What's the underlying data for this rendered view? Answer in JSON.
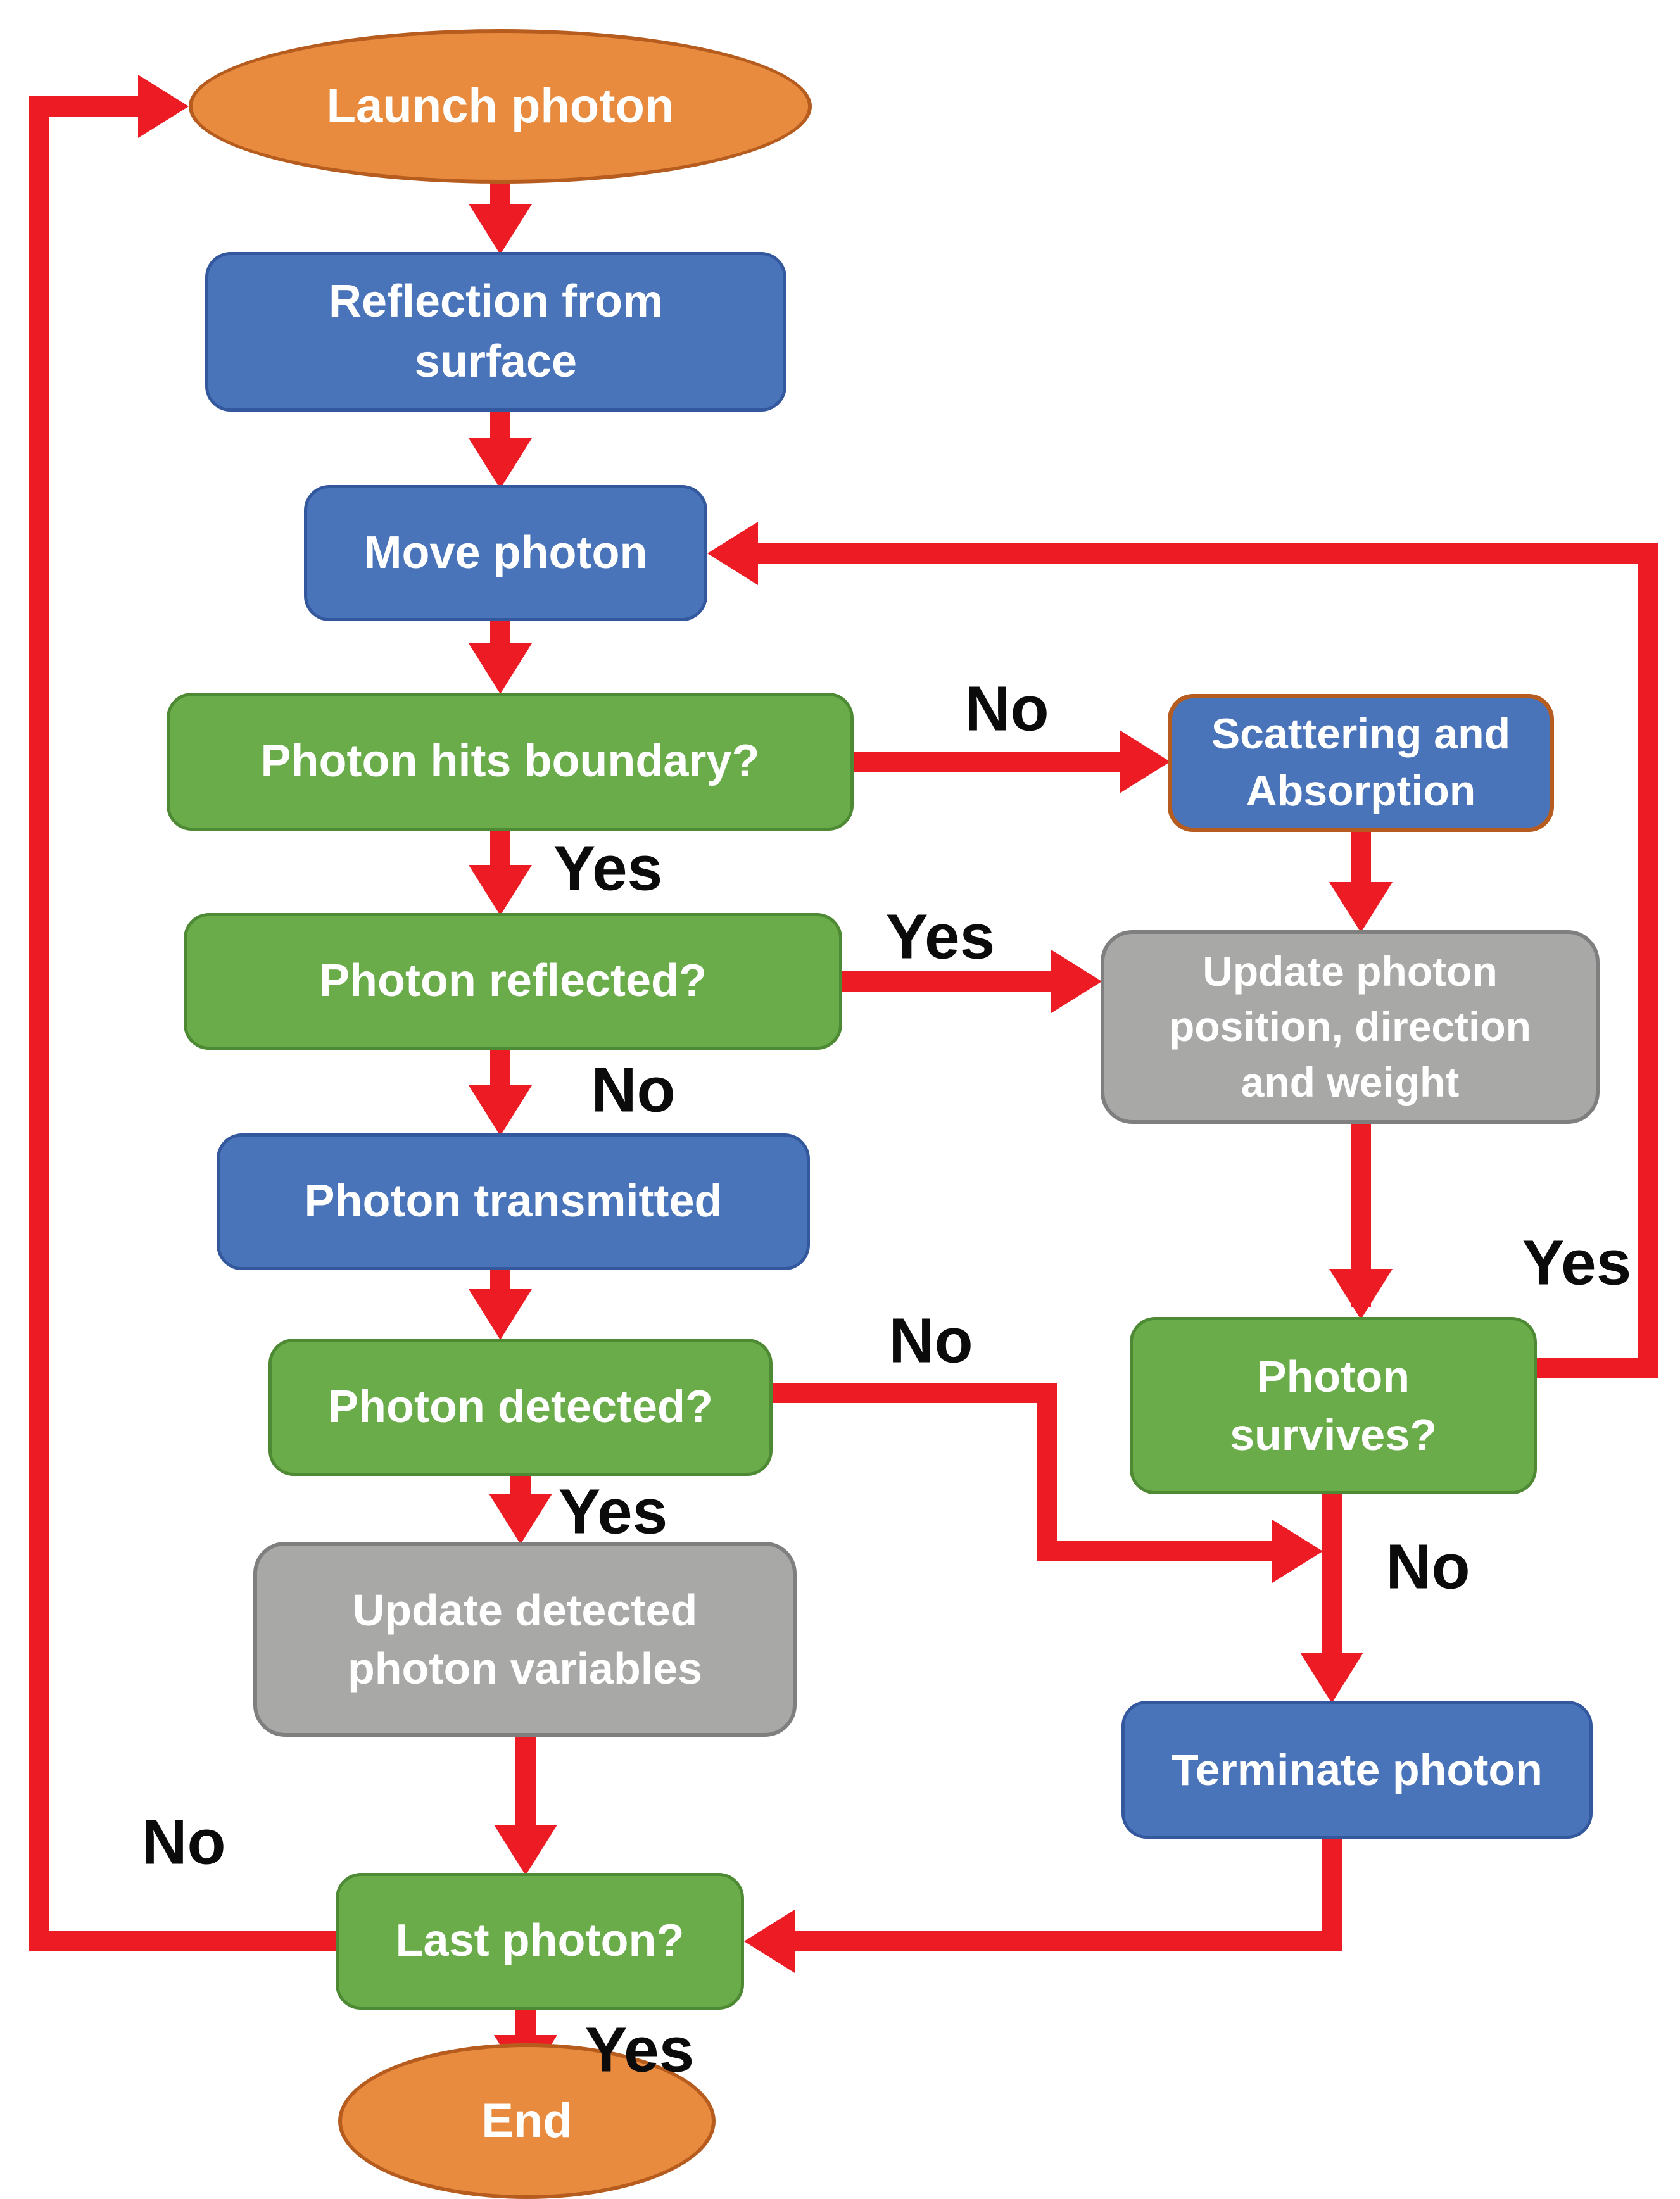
{
  "colors": {
    "blue": "#4a74b9",
    "blue_border": "#34589e",
    "green": "#6aab4a",
    "green_border": "#4d8a33",
    "orange": "#e88b3e",
    "orange_border": "#b65c1e",
    "gray": "#a8a8a7",
    "gray_border": "#7f7f7f",
    "red": "#ed1c24",
    "label": "#0b0b0b"
  },
  "nodes": {
    "launch": {
      "label": "Launch photon",
      "shape": "ellipse",
      "color": "orange"
    },
    "reflection": {
      "label": "Reflection from\nsurface",
      "shape": "rounded-rect",
      "color": "blue"
    },
    "move": {
      "label": "Move photon",
      "shape": "rounded-rect",
      "color": "blue"
    },
    "boundary": {
      "label": "Photon hits boundary?",
      "shape": "rounded-rect",
      "color": "green"
    },
    "scattering": {
      "label": "Scattering and\nAbsorption",
      "shape": "rounded-rect",
      "color": "blue",
      "border": "orange"
    },
    "reflected": {
      "label": "Photon reflected?",
      "shape": "rounded-rect",
      "color": "green"
    },
    "update_position": {
      "label": "Update photon\nposition, direction\nand weight",
      "shape": "rounded-rect",
      "color": "gray"
    },
    "transmitted": {
      "label": "Photon transmitted",
      "shape": "rounded-rect",
      "color": "blue"
    },
    "detected": {
      "label": "Photon detected?",
      "shape": "rounded-rect",
      "color": "green"
    },
    "survives": {
      "label": "Photon\nsurvives?",
      "shape": "rounded-rect",
      "color": "green"
    },
    "update_detected": {
      "label": "Update detected\nphoton variables",
      "shape": "rounded-rect",
      "color": "gray"
    },
    "terminate": {
      "label": "Terminate photon",
      "shape": "rounded-rect",
      "color": "blue"
    },
    "last": {
      "label": "Last photon?",
      "shape": "rounded-rect",
      "color": "green"
    },
    "end": {
      "label": "End",
      "shape": "ellipse",
      "color": "orange"
    }
  },
  "edge_labels": {
    "boundary_no": "No",
    "boundary_yes": "Yes",
    "reflected_yes": "Yes",
    "reflected_no": "No",
    "detected_no": "No",
    "detected_yes": "Yes",
    "survives_yes": "Yes",
    "survives_no": "No",
    "last_no": "No",
    "last_yes": "Yes"
  },
  "edges": [
    {
      "from": "launch",
      "to": "reflection",
      "label": ""
    },
    {
      "from": "reflection",
      "to": "move",
      "label": ""
    },
    {
      "from": "move",
      "to": "boundary",
      "label": ""
    },
    {
      "from": "boundary",
      "to": "scattering",
      "label": "No"
    },
    {
      "from": "boundary",
      "to": "reflected",
      "label": "Yes"
    },
    {
      "from": "scattering",
      "to": "update_position",
      "label": ""
    },
    {
      "from": "reflected",
      "to": "update_position",
      "label": "Yes"
    },
    {
      "from": "reflected",
      "to": "transmitted",
      "label": "No"
    },
    {
      "from": "update_position",
      "to": "survives",
      "label": ""
    },
    {
      "from": "transmitted",
      "to": "detected",
      "label": ""
    },
    {
      "from": "survives",
      "to": "move",
      "label": "Yes"
    },
    {
      "from": "survives",
      "to": "terminate",
      "label": "No"
    },
    {
      "from": "detected",
      "to": "terminate",
      "label": "No"
    },
    {
      "from": "detected",
      "to": "update_detected",
      "label": "Yes"
    },
    {
      "from": "update_detected",
      "to": "last",
      "label": ""
    },
    {
      "from": "terminate",
      "to": "last",
      "label": ""
    },
    {
      "from": "last",
      "to": "launch",
      "label": "No"
    },
    {
      "from": "last",
      "to": "end",
      "label": "Yes"
    }
  ]
}
